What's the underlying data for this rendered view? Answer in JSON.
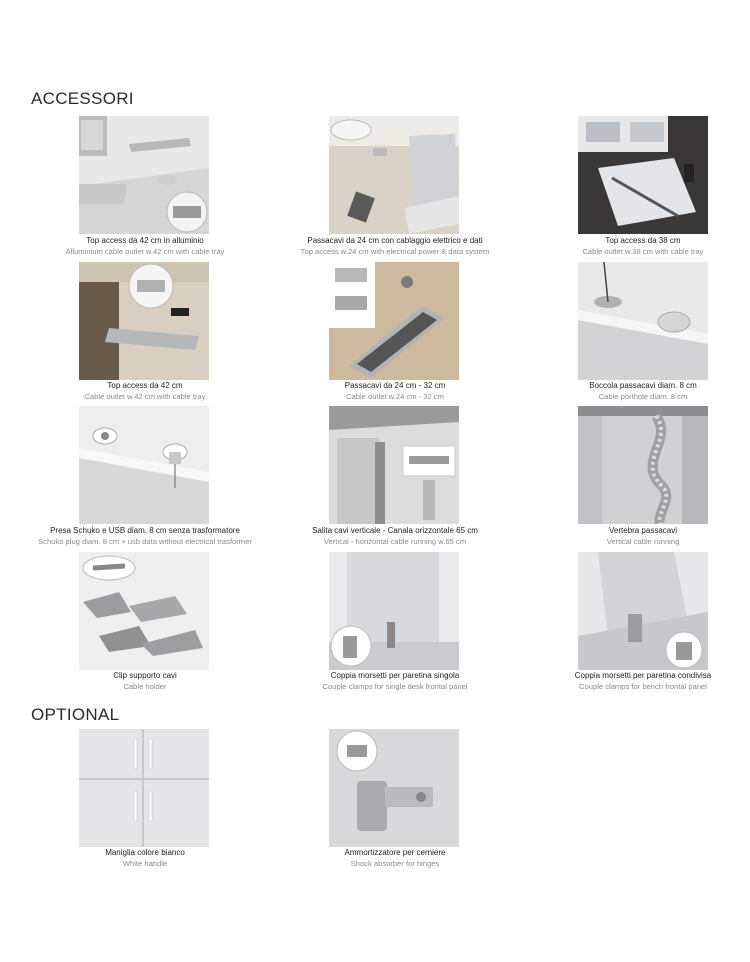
{
  "sections": {
    "accessori": "ACCESSORI",
    "optional": "OPTIONAL"
  },
  "accessori_items": [
    {
      "it": "Top access da 42 cm in alluminio",
      "en": "Alluminium cable outlet w.42 cm with cable tray"
    },
    {
      "it": "Passacavi da 24 cm con cablaggio elettrico e dati",
      "en": "Top access w.24 cm with electrical power & data system"
    },
    {
      "it": "Top access da 38 cm",
      "en": "Cable outlet w.38 cm with cable tray"
    },
    {
      "it": "Top access da 42 cm",
      "en": "Cable outlet w.42 cm with cable tray"
    },
    {
      "it": "Passacavi da 24 cm - 32 cm",
      "en": "Cable outlet w.24 cm - 32 cm"
    },
    {
      "it": "Boccola passacavi diam. 8 cm",
      "en": "Cable porthole diam. 8 cm"
    },
    {
      "it": "Presa Schuko e USB diam. 8 cm senza trasformatore",
      "en": "Schuko plug diam. 8 cm + usb data without electrical trasformer"
    },
    {
      "it": "Salita cavi verticale - Canala orizzontale 65 cm",
      "en": "Vertical - horizontal cable running w.65 cm"
    },
    {
      "it": "Vertebra passacavi",
      "en": "Vertical cable running"
    },
    {
      "it": "Clip supporto cavi",
      "en": "Cable holder"
    },
    {
      "it": "Coppia morsetti per paretina singola",
      "en": "Couple clamps for single desk frontal panel"
    },
    {
      "it": "Coppia morsetti per paretina condivisa",
      "en": "Couple clamps for bench frontal panel"
    }
  ],
  "optional_items": [
    {
      "it": "Maniglia colore bianco",
      "en": "White handle"
    },
    {
      "it": "Ammortizzatore per cerniere",
      "en": "Shock absorber for hinges"
    }
  ]
}
